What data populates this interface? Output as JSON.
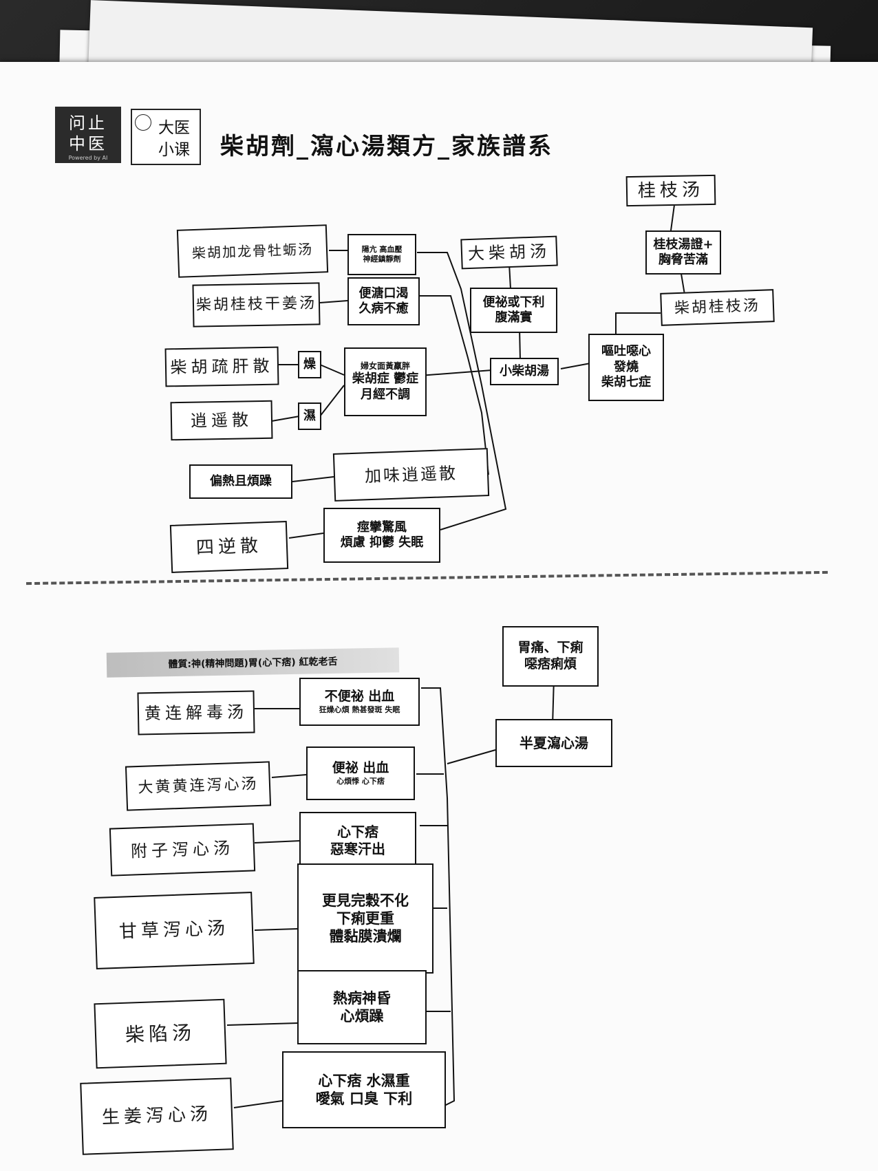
{
  "logo": {
    "left_line1": "问止",
    "left_line2": "中医",
    "left_sub": "Powered by AI",
    "right_line1": "大医",
    "right_line2": "小课"
  },
  "title": "柴胡劑_瀉心湯類方_家族譜系",
  "top": {
    "guizhi_tang": "桂枝汤",
    "guizhi_zheng_line1": "桂枝湯證+",
    "guizhi_zheng_line2": "胸脅苦滿",
    "chaihu_guizhi_tang": "柴胡桂枝汤",
    "da_chaihu_tang": "大柴胡汤",
    "bianbi_line1": "便祕或下利",
    "bianbi_line2": "腹滿實",
    "xiao_chaihu_tang": "小柴胡湯",
    "outu_line1": "嘔吐噁心",
    "outu_line2": "發燒",
    "outu_line3": "柴胡七症",
    "chaihu_longgu": "柴胡加龙骨牡蛎汤",
    "yangkang_line1": "陽亢 高血壓",
    "yangkang_line2": "神經鎮靜劑",
    "chaihu_guizhi_ganjiang": "柴胡桂枝干姜汤",
    "bianse_line1": "便溏口渴",
    "bianse_line2": "久病不癒",
    "chaihu_shugan": "柴胡疏肝散",
    "zao": "燥",
    "shi": "濕",
    "xiaoyao_san": "逍遥散",
    "funv_line1": "婦女面黃羸胖",
    "funv_line2": "柴胡症 鬱症",
    "funv_line3": "月經不調",
    "pianre": "偏熱且煩躁",
    "jiawei_xiaoyao": "加味逍遥散",
    "sini_san": "四逆散",
    "jingluan_line1": "痙攣驚風",
    "jingluan_line2": "煩慮 抑鬱 失眠"
  },
  "bottom": {
    "banner": "體質:神(精神問題)胃(心下痞) 紅乾老舌",
    "weitong_line1": "胃痛、下痢",
    "weitong_line2": "噁痞痢煩",
    "banxia_xiexin": "半夏瀉心湯",
    "huanglian_jiedu": "黄连解毒汤",
    "bubianbi_line1": "不便祕 出血",
    "bubianbi_line2": "狂燥心煩 熱甚發斑 失眠",
    "dahuang_huanglian": "大黄黄连泻心汤",
    "bianbi2_line1": "便祕 出血",
    "bianbi2_line2": "心煩悸 心下痞",
    "fuzi_xiexin": "附子泻心汤",
    "xinxiapi_line1": "心下痞",
    "xinxiapi_line2": "惡寒汗出",
    "gancao_xiexin": "甘草泻心汤",
    "gengjian_line1": "更見完穀不化",
    "gengjian_line2": "下痢更重",
    "gengjian_line3": "體黏膜潰爛",
    "chaixian_tang": "柴陷汤",
    "rebing_line1": "熱病神昏",
    "rebing_line2": "心煩躁",
    "shengjiang_xiexin": "生姜泻心汤",
    "xinxiapi2_line1": "心下痞 水濕重",
    "xinxiapi2_line2": "噯氣 口臭 下利"
  }
}
